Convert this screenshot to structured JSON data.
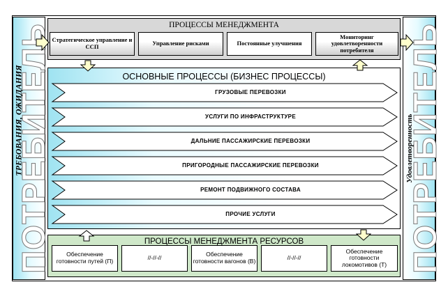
{
  "left_band": {
    "big_text": "ПОТРЕБИТЕЛЬ",
    "small_text": "ТРЕБОВАНИЯ, ОЖИДАНИЯ"
  },
  "right_band": {
    "big_text": "ПОТРЕБИТЕЛЬ",
    "small_text": "Удовлетворенность"
  },
  "management": {
    "title": "ПРОЦЕССЫ МЕНЕДЖМЕНТА",
    "boxes": [
      "Стратегическое управление и ССП",
      "Управление рисками",
      "Постоянные улучшения",
      "Мониторинг удовлетворенности потребителя"
    ]
  },
  "core": {
    "title": "ОСНОВНЫЕ ПРОЦЕССЫ (БИЗНЕС ПРОЦЕССЫ)",
    "processes": [
      "ГРУЗОВЫЕ ПЕРЕВОЗКИ",
      "УСЛУГИ ПО ИНФРАСТРУКТУРЕ",
      "ДАЛЬНИЕ ПАССАЖИРСКИЕ ПЕРЕВОЗКИ",
      "ПРИГОРОДНЫЕ ПАССАЖИРСКИЕ ПЕРЕВОЗКИ",
      "РЕМОНТ ПОДВИЖНОГО СОСТАВА",
      "ПРОЧИЕ УСЛУГИ"
    ]
  },
  "resources": {
    "title": "ПРОЦЕССЫ МЕНЕДЖМЕНТА РЕСУРСОВ",
    "boxes": [
      "Обеспечение готовности путей (П)",
      "//-//-//",
      "Обеспечение готовности вагонов (В)",
      "//-//-//",
      "Обеспечение готовности локомотивов (Т)"
    ]
  },
  "colors": {
    "band_gradient_start": "#9fe3f1",
    "management_panel": "#d8d8d8",
    "resource_panel": "#cfe8c9",
    "arrow_fill": "#ffffcc"
  }
}
